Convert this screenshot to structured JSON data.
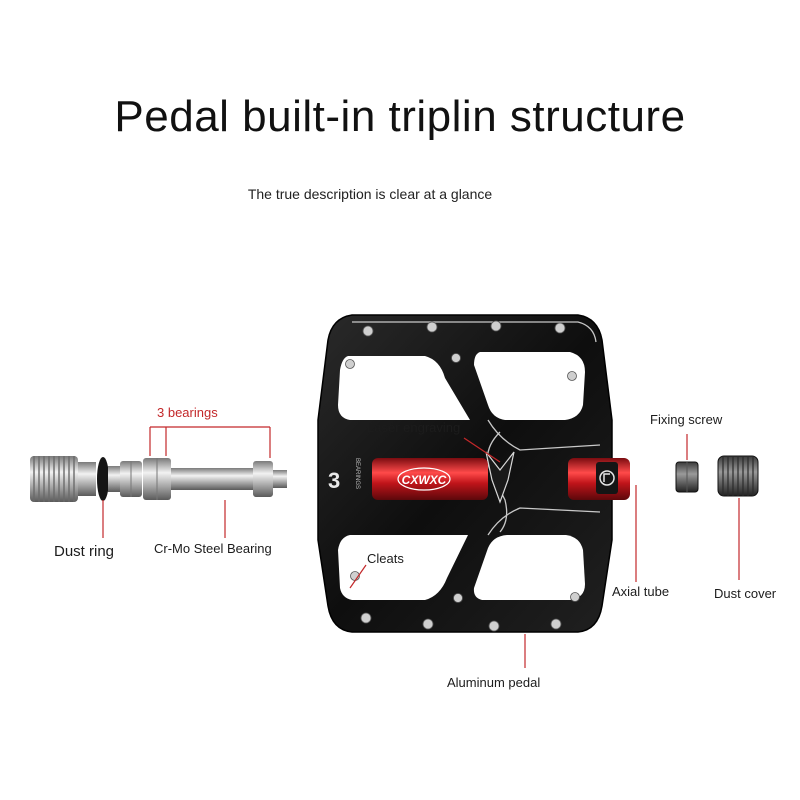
{
  "title": "Pedal built-in triplin structure",
  "subtitle": "The true description is clear at a glance",
  "labels": {
    "bearings": "3 bearings",
    "dust_ring": "Dust ring",
    "bearing": "Cr-Mo Steel Bearing",
    "laser": "Laser engraving",
    "cleats": "Cleats",
    "aluminum": "Aluminum pedal",
    "fixing_screw": "Fixing screw",
    "axial_tube": "Axial tube",
    "dust_cover": "Dust cover"
  },
  "pedal_marks": {
    "brand": "CXWXC",
    "side_number": "3",
    "side_text": "BEARINGS"
  },
  "colors": {
    "pedal_body": "#141414",
    "axle_red": "#c0141a",
    "bearing_label": "#c3282a",
    "leader_line": "#c3282a"
  }
}
